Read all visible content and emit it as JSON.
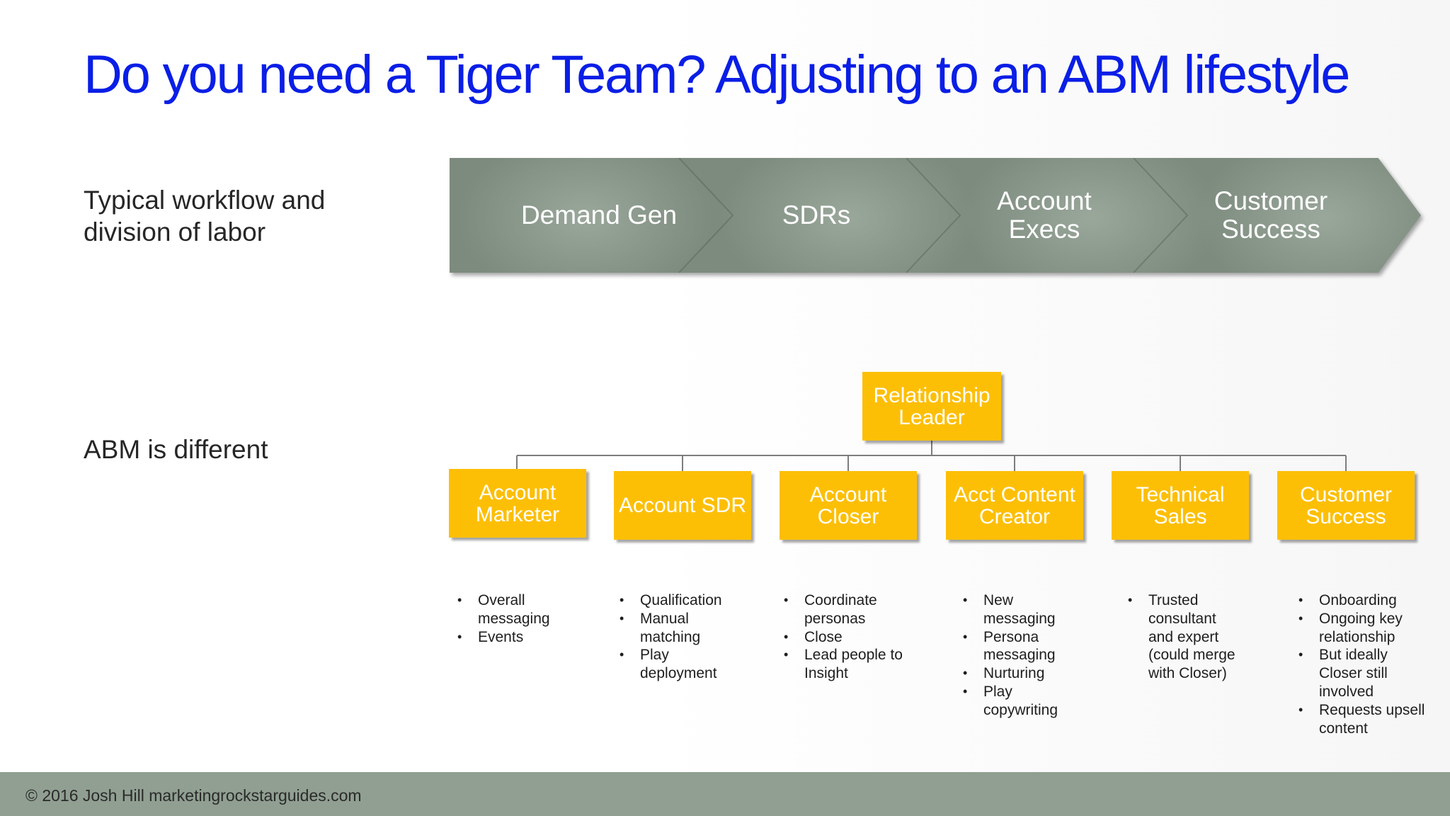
{
  "title": "Do you need a Tiger Team? Adjusting to an ABM lifestyle",
  "labels": {
    "workflow": "Typical workflow and division of labor",
    "abm": "ABM is different"
  },
  "workflow_stages": [
    "Demand Gen",
    "SDRs",
    "Account\nExecs",
    "Customer\nSuccess"
  ],
  "org_chart": {
    "root": "Relationship\nLeader",
    "children": [
      {
        "label": "Account\nMarketer",
        "bullets": [
          "Overall messaging",
          "Events"
        ]
      },
      {
        "label": "Account SDR",
        "bullets": [
          "Qualification",
          "Manual matching",
          "Play deployment"
        ]
      },
      {
        "label": "Account\nCloser",
        "bullets": [
          "Coordinate personas",
          "Close",
          "Lead people to Insight"
        ]
      },
      {
        "label": "Acct Content\nCreator",
        "bullets": [
          "New messaging",
          "Persona messaging",
          "Nurturing",
          "Play copywriting"
        ]
      },
      {
        "label": "Technical\nSales",
        "bullets": [
          "Trusted consultant and expert (could merge with Closer)"
        ]
      },
      {
        "label": "Customer\nSuccess",
        "bullets": [
          "Onboarding",
          "Ongoing key relationship",
          "But ideally Closer still involved",
          "Requests upsell content"
        ]
      }
    ]
  },
  "footer": "© 2016 Josh Hill marketingrockstarguides.com",
  "colors": {
    "title": "#0a1ee6",
    "chevron": "#7c8b7e",
    "org_box": "#fdbf06",
    "footer_bar": "#909f91"
  }
}
